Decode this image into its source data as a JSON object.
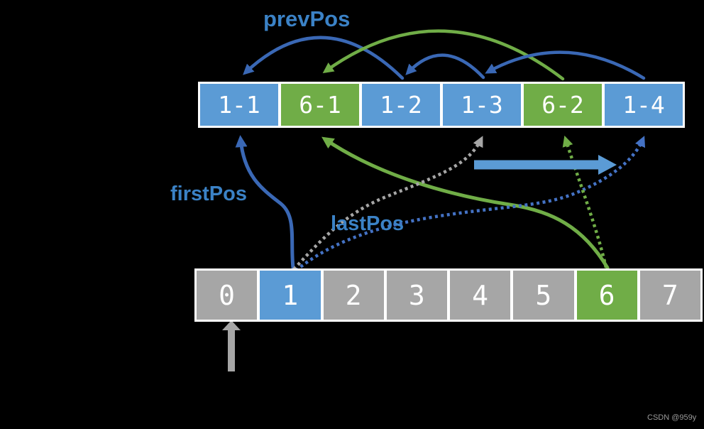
{
  "diagram": {
    "labels": {
      "prevPos": "prevPos",
      "firstPos": "firstPos",
      "lastPos": "lastPos"
    },
    "top_row": {
      "cells": [
        {
          "text": "1-1",
          "color": "blue"
        },
        {
          "text": "6-1",
          "color": "green"
        },
        {
          "text": "1-2",
          "color": "blue"
        },
        {
          "text": "1-3",
          "color": "blue"
        },
        {
          "text": "6-2",
          "color": "green"
        },
        {
          "text": "1-4",
          "color": "blue"
        }
      ]
    },
    "bottom_row": {
      "cells": [
        {
          "text": "0",
          "color": "gray"
        },
        {
          "text": "1",
          "color": "blue"
        },
        {
          "text": "2",
          "color": "gray"
        },
        {
          "text": "3",
          "color": "gray"
        },
        {
          "text": "4",
          "color": "gray"
        },
        {
          "text": "5",
          "color": "gray"
        },
        {
          "text": "6",
          "color": "green"
        },
        {
          "text": "7",
          "color": "gray"
        }
      ]
    },
    "arrows": [
      {
        "name": "prevpos-arc",
        "style": "solid-arc",
        "color": "blue",
        "from": "1-2",
        "to": "1-1"
      },
      {
        "name": "arc-1-3-to-1-2",
        "style": "solid-arc",
        "color": "blue",
        "from": "1-3",
        "to": "1-2"
      },
      {
        "name": "arc-1-4-to-1-3",
        "style": "solid-arc",
        "color": "blue",
        "from": "1-4",
        "to": "1-3"
      },
      {
        "name": "arc-6-2-to-6-1",
        "style": "solid-arc",
        "color": "green",
        "from": "6-2",
        "to": "6-1"
      },
      {
        "name": "firstpos-pointer",
        "style": "solid-curve",
        "color": "blue",
        "from": "bottom-1",
        "to": "1-1"
      },
      {
        "name": "green-solid-pointer",
        "style": "solid-curve",
        "color": "green",
        "from": "bottom-6",
        "to": "6-1"
      },
      {
        "name": "lastpos-gray-pointer",
        "style": "dotted-curve",
        "color": "gray",
        "from": "bottom-1",
        "to": "1-3"
      },
      {
        "name": "lastpos-blue-pointer",
        "style": "dotted-curve",
        "color": "blue",
        "from": "bottom-1",
        "to": "1-4"
      },
      {
        "name": "green-dotted-pointer",
        "style": "dotted-curve",
        "color": "green",
        "from": "bottom-6",
        "to": "6-2"
      },
      {
        "name": "direction-arrow",
        "style": "thick",
        "color": "blue",
        "from": "mid",
        "to": "right"
      },
      {
        "name": "index-0-pointer",
        "style": "thick",
        "color": "gray",
        "from": "below",
        "to": "bottom-0"
      }
    ],
    "colors": {
      "background": "#000000",
      "blue_cell": "#5B9BD5",
      "green_cell": "#70AD47",
      "gray_cell": "#A6A6A6",
      "cell_border": "#FFFFFF",
      "cell_text": "#FFFFFF",
      "arc_blue": "#3A68B5",
      "dotted_blue": "#4472C4",
      "green_arrow": "#70AD47",
      "gray_arrow": "#A6A6A6",
      "label_text": "#3B82C6",
      "thick_arrow": "#5B9BD5",
      "watermark_text": "#9A9A9A"
    },
    "watermark": "CSDN @959y"
  }
}
